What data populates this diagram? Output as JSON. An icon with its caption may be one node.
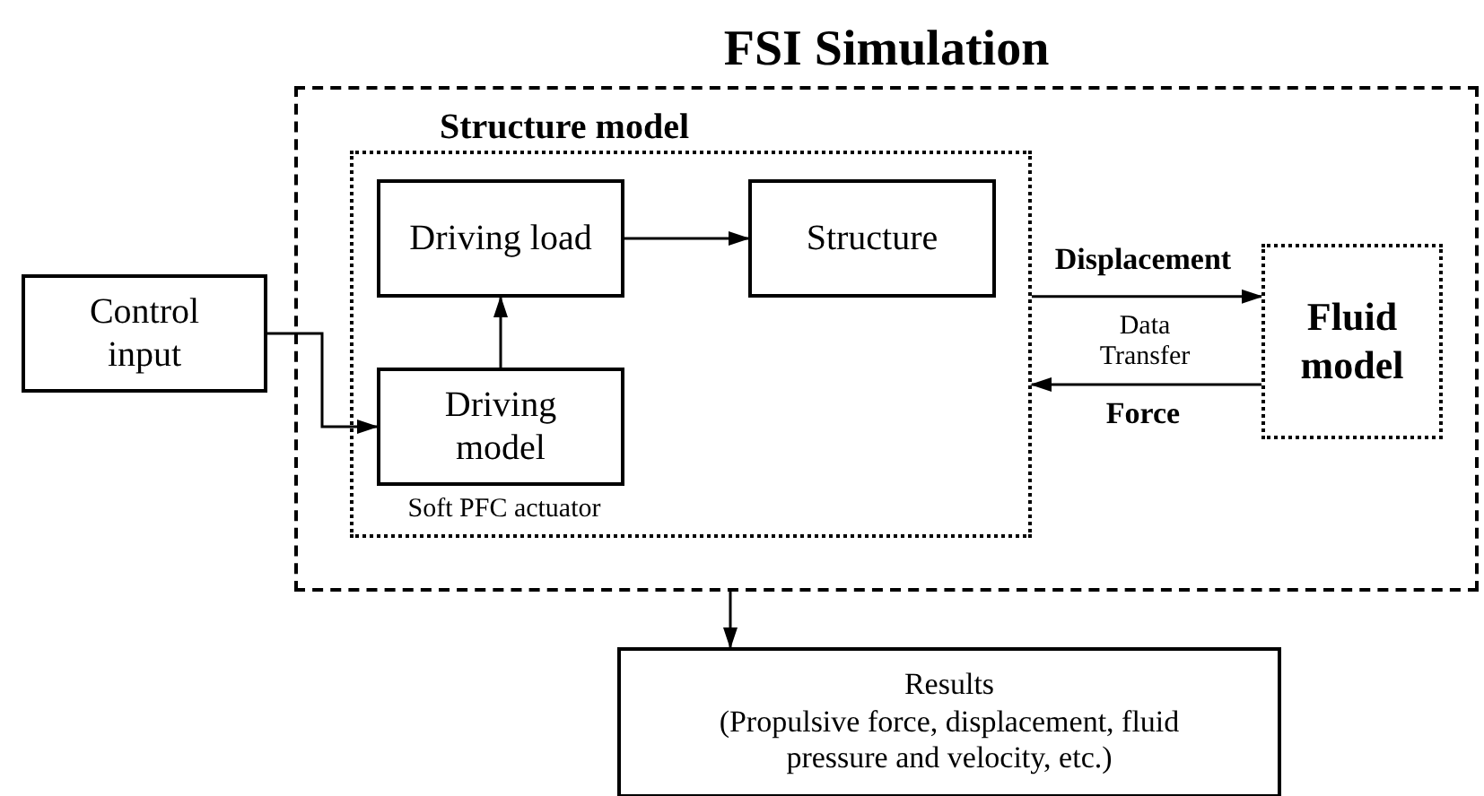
{
  "diagram": {
    "title": "FSI Simulation",
    "nodes": [
      {
        "text": [],
        "shape": "box"
      },
      {
        "text": [
          "Structure model"
        ],
        "in": 0
      },
      {
        "text": [
          "Driving load"
        ],
        "in": 1
      },
      {
        "text": [
          "Structure"
        ],
        "in": 1
      },
      {
        "text": [
          "Driving model"
        ],
        "in": 1,
        "beside": [
          "Soft PFC actuator"
        ]
      },
      {
        "text": [
          "Fluid model"
        ],
        "in": 0
      },
      {
        "text": [
          "Control input"
        ]
      },
      {
        "text": [
          "Results",
          "(Propulsive force, displacement, fluid pressure and velocity, etc.)"
        ]
      }
    ],
    "edges": [
      {
        "from": 6,
        "to": 4,
        "arrow": "to"
      },
      {
        "from": 4,
        "to": 2,
        "arrow": "to"
      },
      {
        "from": 2,
        "to": 3,
        "arrow": "to"
      },
      {
        "from": 1,
        "to": 5,
        "arrow": "to",
        "label": "Displacement"
      },
      {
        "from": 5,
        "to": 1,
        "arrow": "to",
        "label": "Force"
      },
      {
        "from": 0,
        "to": 7,
        "arrow": "to"
      }
    ],
    "labels": [
      "Data Transfer"
    ]
  }
}
